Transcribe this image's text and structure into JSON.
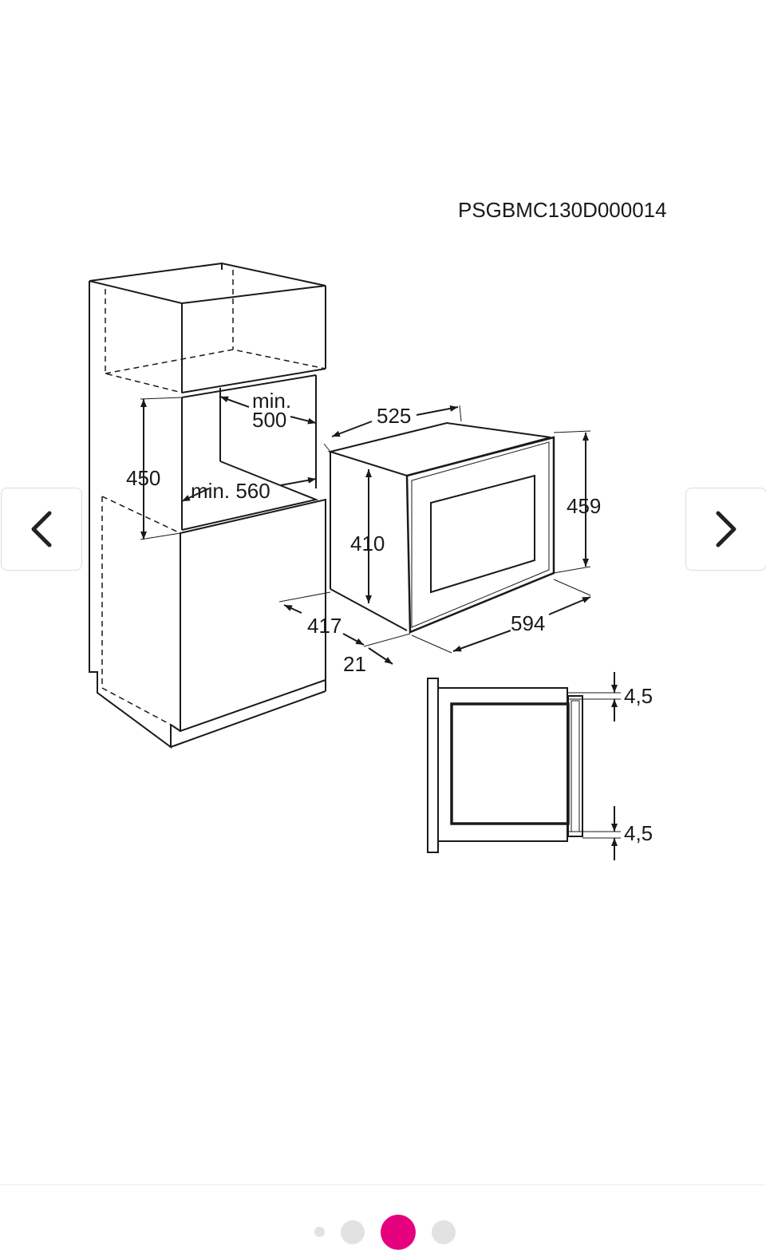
{
  "diagram": {
    "code": "PSGBMC130D000014",
    "cabinet": {
      "min_depth_label_1": "min.",
      "min_depth_label_2": "500",
      "height_label": "450",
      "min_width_label": "min. 560"
    },
    "appliance": {
      "depth": "525",
      "body_height": "410",
      "front_height": "459",
      "width": "594",
      "body_depth": "417",
      "door_thickness": "21"
    },
    "side_view": {
      "top_gap": "4,5",
      "bottom_gap": "4,5"
    }
  },
  "nav": {
    "prev_icon": "chevron-left-icon",
    "next_icon": "chevron-right-icon"
  },
  "pager": {
    "count": 4,
    "active_index": 2,
    "active_color": "#e5007e",
    "inactive_color": "#e2e2e2"
  }
}
